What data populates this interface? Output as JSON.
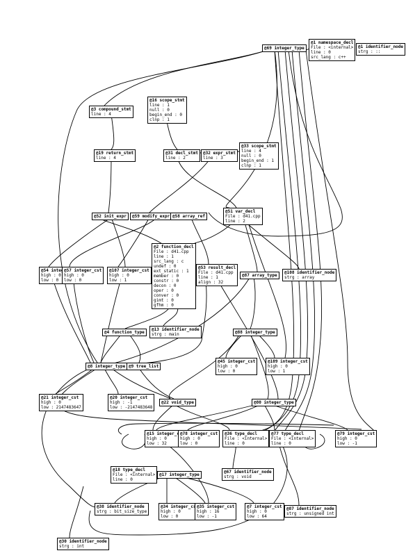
{
  "nodes": [
    {
      "id": "n69",
      "title": "@69 integer_type",
      "lines": []
    },
    {
      "id": "n1",
      "title": "@1 namespace_decl",
      "lines": [
        "File : <internal>",
        "line : 0",
        "src_lang : c++"
      ]
    },
    {
      "id": "n91",
      "title": "@1 identifier_node",
      "lines": [
        "strg : ::"
      ]
    },
    {
      "id": "n3",
      "title": "@3 compound_stmt",
      "lines": [
        "line : 4"
      ]
    },
    {
      "id": "n16",
      "title": "@16 scope_stmt",
      "lines": [
        "line : 1",
        "null : 0",
        "begin_end : 0",
        "clnp : 1"
      ]
    },
    {
      "id": "n19",
      "title": "@19 return_stmt",
      "lines": [
        "line : 4"
      ]
    },
    {
      "id": "n31",
      "title": "@31 decl_stmt",
      "lines": [
        "line : 2"
      ]
    },
    {
      "id": "n32",
      "title": "@32 expr_stmt",
      "lines": [
        "line : 3"
      ]
    },
    {
      "id": "n33",
      "title": "@33 scope_stmt",
      "lines": [
        "line : 4",
        "null : 0",
        "begin_end : 1",
        "clnp : 1"
      ]
    },
    {
      "id": "n52",
      "title": "@52 init_expr",
      "lines": []
    },
    {
      "id": "n59",
      "title": "@59 modify_expr",
      "lines": []
    },
    {
      "id": "n58",
      "title": "@58 array_ref",
      "lines": []
    },
    {
      "id": "n51",
      "title": "@51 var_decl",
      "lines": [
        "File : d41.cpp",
        "line : 2"
      ]
    },
    {
      "id": "n2",
      "title": "@2 function_decl",
      "lines": [
        "File : d41.cpp",
        "line : 1",
        "src_lang : c",
        "undef : 0",
        "ext_static : 1",
        "member : 0",
        "constr : 0",
        "decon : 0",
        "oper : 0",
        "conver : 0",
        "gimt : 0",
        "gfhm : 0"
      ]
    },
    {
      "id": "n54",
      "title": "@54 integer_cst",
      "lines": [
        "high : 0",
        "low : 0"
      ]
    },
    {
      "id": "n57",
      "title": "@57 integer_cst",
      "lines": [
        "high : 0",
        "low : 0"
      ]
    },
    {
      "id": "n107",
      "title": "@107 integer_cst",
      "lines": [
        "high : 0",
        "low : 1"
      ]
    },
    {
      "id": "n53",
      "title": "@53 result_decl",
      "lines": [
        "File : d41.cpp",
        "line : 1",
        "align : 32"
      ]
    },
    {
      "id": "n87",
      "title": "@87 array_type",
      "lines": []
    },
    {
      "id": "n108",
      "title": "@108 identifier_node",
      "lines": [
        "strg : array"
      ]
    },
    {
      "id": "n4",
      "title": "@4 function_type",
      "lines": []
    },
    {
      "id": "n13",
      "title": "@13 identifier_node",
      "lines": [
        "strg : main"
      ]
    },
    {
      "id": "n88",
      "title": "@88 integer_type",
      "lines": []
    },
    {
      "id": "n45",
      "title": "@45 integer_cst",
      "lines": [
        "high : 0",
        "low : 0"
      ]
    },
    {
      "id": "n109",
      "title": "@109 integer_cst",
      "lines": [
        "high : 0",
        "low : 1"
      ]
    },
    {
      "id": "n8",
      "title": "@8 integer_type",
      "lines": []
    },
    {
      "id": "n9",
      "title": "@9 tree_list",
      "lines": []
    },
    {
      "id": "n21",
      "title": "@21 integer_cst",
      "lines": [
        "high : 0",
        "low : 2147483647"
      ]
    },
    {
      "id": "n20",
      "title": "@20 integer_cst",
      "lines": [
        "high : -1",
        "low : -2147483648"
      ]
    },
    {
      "id": "n22",
      "title": "@22 void_type",
      "lines": []
    },
    {
      "id": "n80",
      "title": "@80 integer_type",
      "lines": []
    },
    {
      "id": "n15",
      "title": "@15 integer_cst",
      "lines": [
        "high : 0",
        "low : 32"
      ]
    },
    {
      "id": "n78",
      "title": "@78 integer_cst",
      "lines": [
        "high : 0",
        "low : 0"
      ]
    },
    {
      "id": "n36",
      "title": "@36 type_decl",
      "lines": [
        "File : <internal>",
        "line : 0"
      ]
    },
    {
      "id": "n77",
      "title": "@77 type_decl",
      "lines": [
        "File : <internal>",
        "line : 0"
      ]
    },
    {
      "id": "n79",
      "title": "@79 integer_cst",
      "lines": [
        "high : 0",
        "low : -1"
      ]
    },
    {
      "id": "n67",
      "title": "@67 identifier_node",
      "lines": [
        "strg : void"
      ]
    },
    {
      "id": "n18",
      "title": "@18 type_decl",
      "lines": [
        "File : <internal>",
        "line : 0"
      ]
    },
    {
      "id": "n17",
      "title": "@17 integer_type",
      "lines": []
    },
    {
      "id": "n38",
      "title": "@38 identifier_node",
      "lines": [
        "strg : bit_size_type"
      ]
    },
    {
      "id": "n34",
      "title": "@34 integer_cst",
      "lines": [
        "high : 0",
        "low : 0"
      ]
    },
    {
      "id": "n35",
      "title": "@35 integer_cst",
      "lines": [
        "high : 16",
        "low : -1"
      ]
    },
    {
      "id": "n7",
      "title": "@7 integer_cst",
      "lines": [
        "high : 0",
        "low : 64"
      ]
    },
    {
      "id": "n87b",
      "title": "@87 identifier_node",
      "lines": [
        "strg : unsigned int"
      ]
    },
    {
      "id": "n30",
      "title": "@30 identifier_node",
      "lines": [
        "strg : int"
      ]
    }
  ]
}
